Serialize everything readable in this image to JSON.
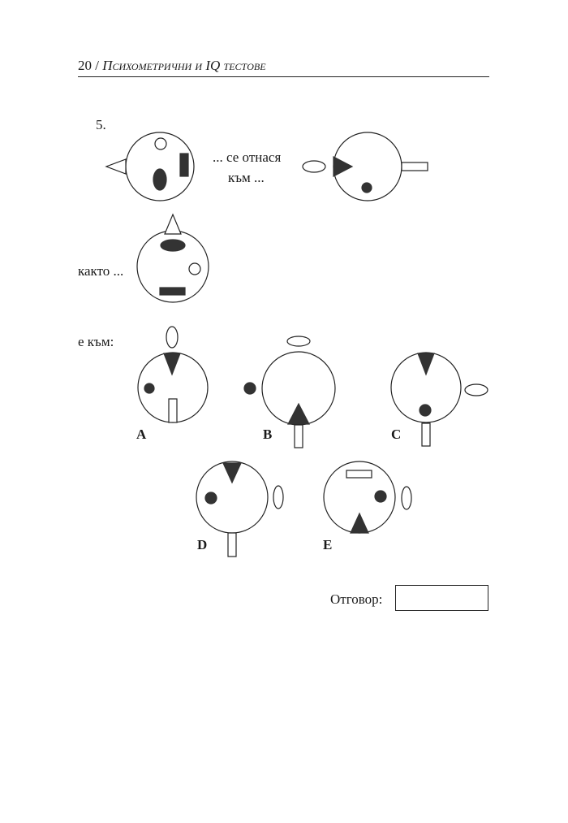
{
  "header": {
    "page_number": "20",
    "separator": " / ",
    "title": "Психометрични и IQ тестове"
  },
  "question": {
    "number": "5.",
    "relates_line1": "... се отнася",
    "relates_line2": "към ...",
    "as_text": "както ...",
    "is_to_text": "е към:"
  },
  "options": {
    "a": "A",
    "b": "B",
    "c": "C",
    "d": "D",
    "e": "E"
  },
  "answer": {
    "label": "Отговор:",
    "value": ""
  }
}
